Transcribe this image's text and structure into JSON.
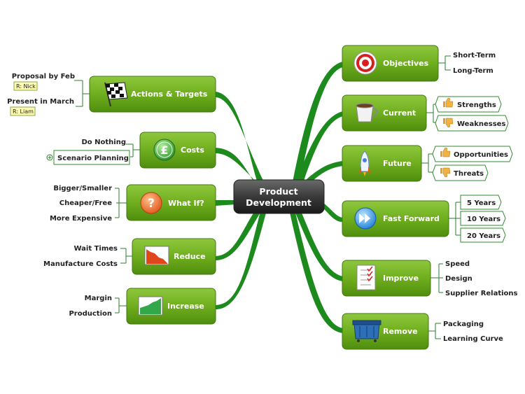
{
  "center": {
    "line1": "Product",
    "line2": "Development"
  },
  "left_topics": [
    {
      "label": "Actions & Targets",
      "icon": "checkered-flag-icon",
      "subtopics": [
        "Proposal by Feb",
        "Present in March"
      ],
      "notes": [
        "R: Nick",
        "R: Liam"
      ]
    },
    {
      "label": "Costs",
      "icon": "pound-coin-icon",
      "subtopics": [
        "Do Nothing",
        "Scenario Planning"
      ]
    },
    {
      "label": "What If?",
      "icon": "question-icon",
      "subtopics": [
        "Bigger/Smaller",
        "Cheaper/Free",
        "More Expensive"
      ]
    },
    {
      "label": "Reduce",
      "icon": "down-chart-icon",
      "subtopics": [
        "Wait Times",
        "Manufacture Costs"
      ]
    },
    {
      "label": "Increase",
      "icon": "up-chart-icon",
      "subtopics": [
        "Margin",
        "Production"
      ]
    }
  ],
  "right_topics": [
    {
      "label": "Objectives",
      "icon": "target-icon",
      "subtopics": [
        "Short-Term",
        "Long-Term"
      ]
    },
    {
      "label": "Current",
      "icon": "coffee-cup-icon",
      "subtopics": [
        "Strengths",
        "Weaknesses"
      ]
    },
    {
      "label": "Future",
      "icon": "rocket-icon",
      "subtopics": [
        "Opportunities",
        "Threats"
      ]
    },
    {
      "label": "Fast Forward",
      "icon": "fast-forward-icon",
      "subtopics": [
        "5 Years",
        "10 Years",
        "20 Years"
      ]
    },
    {
      "label": "Improve",
      "icon": "checklist-icon",
      "subtopics": [
        "Speed",
        "Design",
        "Supplier Relations"
      ]
    },
    {
      "label": "Remove",
      "icon": "dumpster-icon",
      "subtopics": [
        "Packaging",
        "Learning Curve"
      ]
    }
  ],
  "colors": {
    "topic": "#6fae1e",
    "branch": "#1c8a1c",
    "center": "#3a3a3a"
  }
}
